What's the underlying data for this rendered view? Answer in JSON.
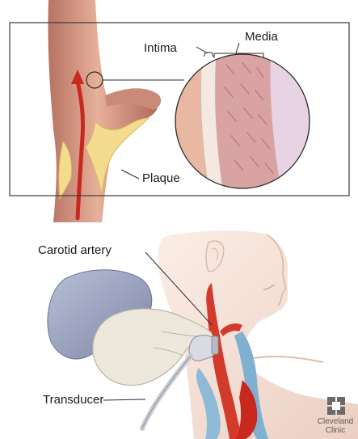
{
  "labels": {
    "intima": "Intima",
    "media": "Media",
    "plaque": "Plaque",
    "carotid_artery": "Carotid artery",
    "transducer": "Transducer"
  },
  "logo": {
    "line1": "Cleveland",
    "line2": "Clinic"
  },
  "colors": {
    "artery_outer": "#c98a78",
    "artery_inner": "#e8b39e",
    "blood_red": "#c8281e",
    "plaque_yellow": "#f3dc8e",
    "muscle_pink": "#d9a3a3",
    "skin": "#f4e2d8",
    "glove": "#e9e6d8",
    "sleeve": "#9aa3c2",
    "vein_blue": "#7fb0cf",
    "frame": "#3a3a3a"
  }
}
